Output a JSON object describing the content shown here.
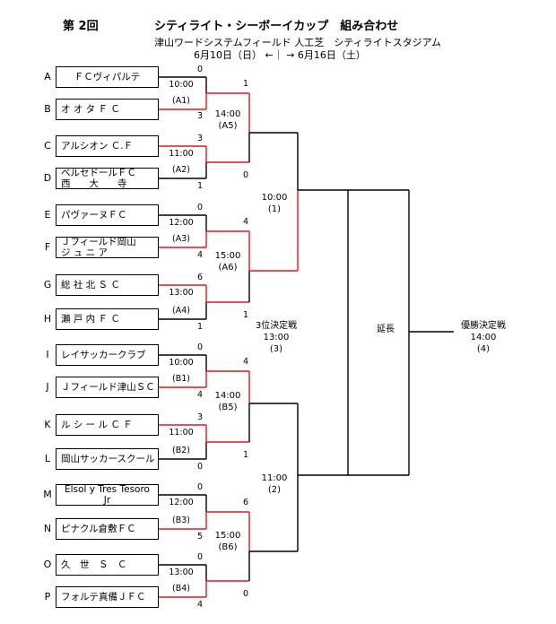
{
  "header": {
    "title_round": "第 2回",
    "title_main": "シティライト・シーボーイカップ　組み合わせ",
    "venue": "津山ワードシステムフィールド 人工芝　シティライトスタジアム",
    "dates": "6月10日（日） ←｜ → 6月16日（土）"
  },
  "teams": [
    {
      "letter": "A",
      "name": "ＦＣヴィパルテ"
    },
    {
      "letter": "B",
      "name": "オ オ タ Ｆ Ｃ"
    },
    {
      "letter": "C",
      "name": "アルシオン Ｃ.Ｆ"
    },
    {
      "letter": "D",
      "name": "ベルセドールＦＣ",
      "name2": "西　　大　　寺"
    },
    {
      "letter": "E",
      "name": "パヴァーヌＦＣ"
    },
    {
      "letter": "F",
      "name": "Ｊフィールド岡山",
      "name2": "ジ ュ ニ ア"
    },
    {
      "letter": "G",
      "name": "総 社 北 Ｓ Ｃ"
    },
    {
      "letter": "H",
      "name": "瀬 戸 内 Ｆ Ｃ"
    },
    {
      "letter": "I",
      "name": "レイサッカークラブ"
    },
    {
      "letter": "J",
      "name": "Ｊフィールド津山ＳＣ"
    },
    {
      "letter": "K",
      "name": "ル シ ー ル Ｃ Ｆ"
    },
    {
      "letter": "L",
      "name": "岡山サッカースクール"
    },
    {
      "letter": "M",
      "name": "Elsol y Tres Tesoro",
      "name2": "Jr"
    },
    {
      "letter": "N",
      "name": "ピナクル倉敷ＦＣ"
    },
    {
      "letter": "O",
      "name": "久　世　Ｓ　Ｃ"
    },
    {
      "letter": "P",
      "name": "フォルテ真備ＪＦＣ"
    }
  ],
  "first_round": [
    {
      "time": "10:00",
      "label": "(A1)",
      "score_top": "0",
      "score_bottom": "3"
    },
    {
      "time": "11:00",
      "label": "(A2)",
      "score_top": "3",
      "score_bottom": "1"
    },
    {
      "time": "12:00",
      "label": "(A3)",
      "score_top": "0",
      "score_bottom": "4"
    },
    {
      "time": "13:00",
      "label": "(A4)",
      "score_top": "6",
      "score_bottom": "1"
    },
    {
      "time": "10:00",
      "label": "(B1)",
      "score_top": "0",
      "score_bottom": "4"
    },
    {
      "time": "11:00",
      "label": "(B2)",
      "score_top": "3",
      "score_bottom": "0"
    },
    {
      "time": "12:00",
      "label": "(B3)",
      "score_top": "0",
      "score_bottom": "5"
    },
    {
      "time": "13:00",
      "label": "(B4)",
      "score_top": "0",
      "score_bottom": "4"
    }
  ],
  "quarter_finals": [
    {
      "time": "14:00",
      "label": "(A5)",
      "score_top": "1",
      "score_bottom": "0"
    },
    {
      "time": "15:00",
      "label": "(A6)",
      "score_top": "4",
      "score_bottom": "1"
    },
    {
      "time": "14:00",
      "label": "(B5)",
      "score_top": "4",
      "score_bottom": "1"
    },
    {
      "time": "15:00",
      "label": "(B6)",
      "score_top": "6",
      "score_bottom": "0"
    }
  ],
  "semi_finals": [
    {
      "time": "10:00",
      "label": "(1)"
    },
    {
      "time": "11:00",
      "label": "(2)"
    }
  ],
  "third_place": {
    "title": "3位決定戦",
    "time": "13:00",
    "label": "(3)"
  },
  "extra_time": "延長",
  "final": {
    "title": "優勝決定戦",
    "time": "14:00",
    "label": "(4)"
  },
  "colors": {
    "winner_line": "#e8141b",
    "line": "#000000"
  }
}
